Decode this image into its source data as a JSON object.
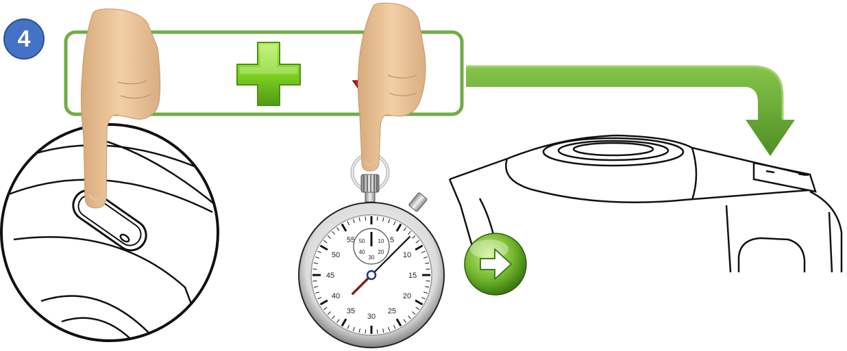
{
  "step": {
    "number": "4"
  },
  "stopwatch": {
    "major_labels": [
      "5",
      "10",
      "15",
      "20",
      "25",
      "30",
      "35",
      "40",
      "45",
      "50",
      "55"
    ],
    "sub_dial_labels": [
      "10",
      "20",
      "30",
      "40",
      "50"
    ],
    "hand_value_seconds": 7.5
  },
  "icons": [
    "hand-pointer-icon",
    "plus-icon",
    "up-arrow-icon",
    "down-arrow-icon",
    "right-arrow-icon",
    "flow-arrow-icon"
  ],
  "colors": {
    "badge": "#4472c4",
    "panel_border": "#70ad47",
    "plus_green": "#7ed321",
    "arrow_up": "#2e9b2e",
    "arrow_down": "#d62828",
    "flow_arrow": "#6db33f",
    "skin": "#e9c49a"
  }
}
